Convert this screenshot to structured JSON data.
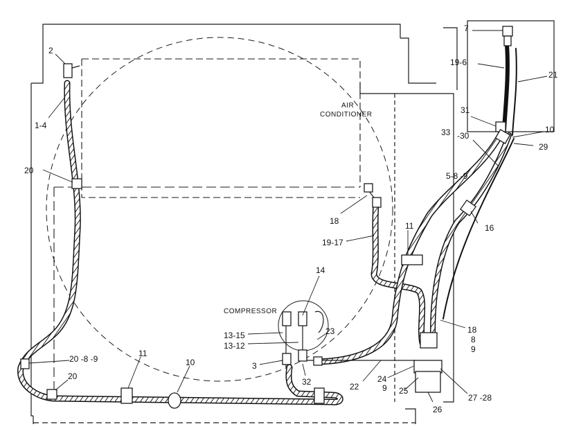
{
  "captions": {
    "air_conditioner_1": "AIR",
    "air_conditioner_2": "CONDITIONER",
    "compressor": "COMPRESSOR"
  },
  "callouts": {
    "c2": "2",
    "c1_4": "1-4",
    "c20_top": "20",
    "c20_8_9": "20 -8 -9",
    "c20_bottom": "20",
    "c11_left": "11",
    "c10_bottom": "10",
    "c7": "7",
    "c19_6": "19-6",
    "c21": "21",
    "c31": "31",
    "c33": "33",
    "c30": "-30",
    "c10_right": "10",
    "c29": "29",
    "c5_8_9": "5-8 -9",
    "c16": "16",
    "c11_mid": "11",
    "c18": "18",
    "c19_17": "19-17",
    "c14": "14",
    "c13_15": "13-15",
    "c13_12": "13-12",
    "c3": "3",
    "c32": "32",
    "c23": "23",
    "c22": "22",
    "c24": "24",
    "c9_a": "9",
    "c25": "25",
    "c26": "26",
    "c27_28": "27 -28",
    "c18_right": "18",
    "c8_right": "8",
    "c9_right": "9"
  },
  "colors": {
    "ink": "#1a1a1a",
    "background": "#ffffff"
  }
}
